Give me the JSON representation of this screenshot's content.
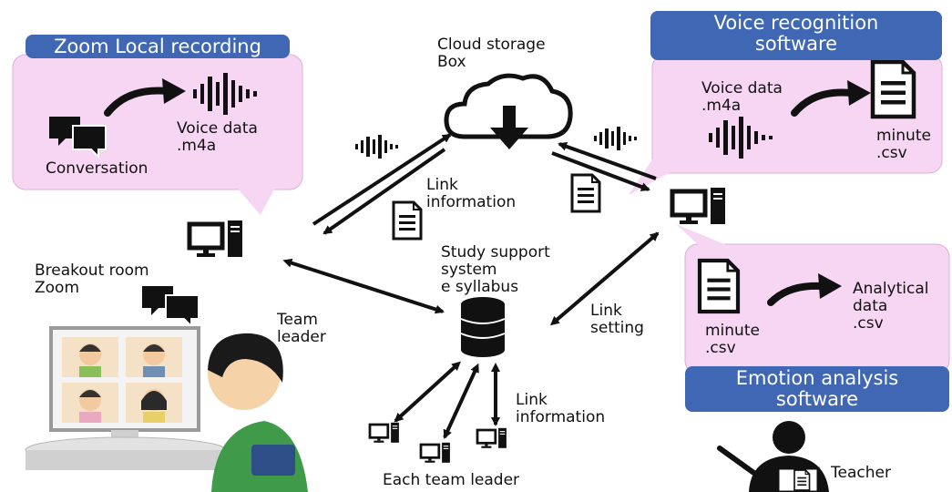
{
  "colors": {
    "accent": "#3f67b3",
    "callout": "#f6d6f2",
    "ink": "#111111"
  },
  "zoom_local": {
    "title": "Zoom  Local recording",
    "voice_label": "Voice data\n.m4a",
    "conversation_label": "Conversation"
  },
  "cloud": {
    "label": "Cloud storage\nBox"
  },
  "voice_recognition": {
    "title": "Voice recognition\nsoftware",
    "voice_label": "Voice data\n.m4a",
    "minute_label": "minute\n.csv"
  },
  "emotion_analysis": {
    "title": "Emotion analysis\nsoftware",
    "minute_label": "minute\n.csv",
    "analytical_label": "Analytical\ndata\n.csv"
  },
  "link_info_top": "Link\ninformation",
  "study_support": "Study support\nsystem\ne syllabus",
  "link_setting": "Link\nsetting",
  "breakout": "Breakout room\nZoom",
  "team_leader": "Team\nleader",
  "link_info_bottom": "Link\ninformation",
  "each_team_leader": "Each team leader",
  "teacher": "Teacher",
  "icons": [
    "speech-bubbles-icon",
    "sound-wave-icon",
    "cloud-download-icon",
    "document-icon",
    "computer-icon",
    "database-icon",
    "arrow-icon"
  ]
}
